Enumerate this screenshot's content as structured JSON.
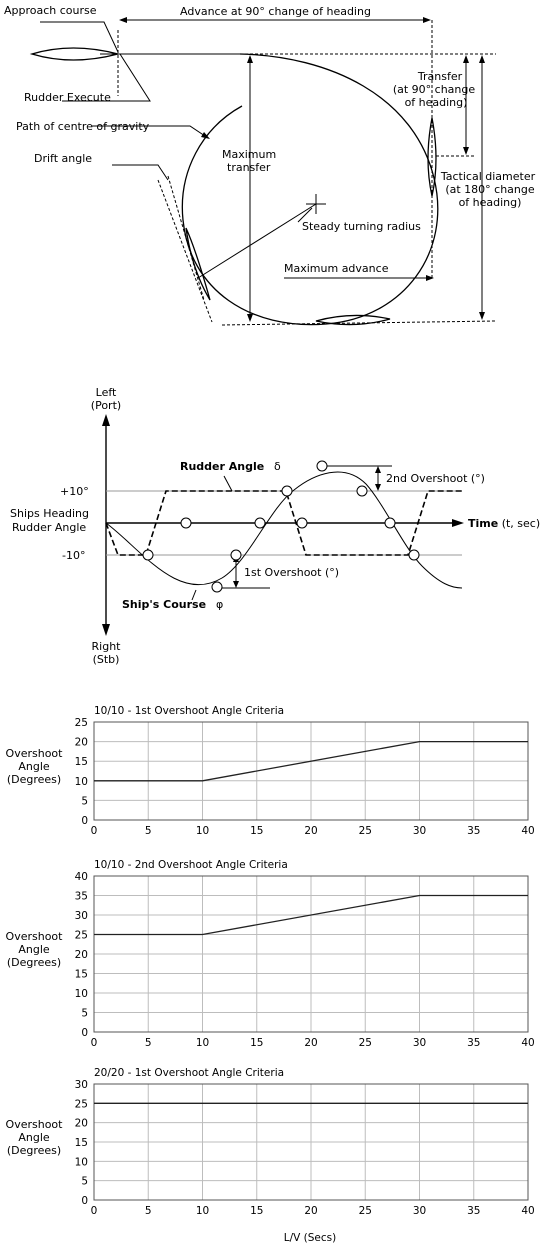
{
  "turning_circle": {
    "approach_course": "Approach course",
    "advance_90": "Advance at 90° change of heading",
    "rudder_execute": "Rudder Execute",
    "path_cog": "Path of centre of gravity",
    "drift_angle": "Drift angle",
    "max_transfer": [
      "Maximum",
      "transfer"
    ],
    "transfer": [
      "Transfer",
      "(at 90° change",
      "of heading)"
    ],
    "tactical_diameter": [
      "Tactical diameter",
      "(at 180° change",
      "of heading)"
    ],
    "steady_radius": "Steady turning radius",
    "max_advance": "Maximum advance"
  },
  "zigzag": {
    "left": [
      "Left",
      "(Port)"
    ],
    "right": [
      "Right",
      "(Stb)"
    ],
    "rudder_angle": "Rudder Angle",
    "rudder_symbol": "δ",
    "ships_course": "Ship's Course",
    "course_symbol": "φ",
    "heading_label": [
      "Ships Heading",
      "Rudder Angle"
    ],
    "plus10": "+10°",
    "minus10": "-10°",
    "time_bold": "Time",
    "time_rest": " (t, sec)",
    "overshoot1": "1st Overshoot (°)",
    "overshoot2": "2nd Overshoot (°)"
  },
  "ylabel": [
    "Overshoot",
    "Angle",
    "(Degrees)"
  ],
  "xlabel": "L/V (Secs)",
  "chart_data": [
    {
      "type": "line",
      "title": "10/10 - 1st Overshoot Angle Criteria",
      "x": [
        0,
        10,
        30,
        40
      ],
      "series": [
        {
          "values": [
            10,
            10,
            20,
            20
          ]
        }
      ],
      "xlim": [
        0,
        40
      ],
      "ylim": [
        0,
        25
      ],
      "xticks": [
        0,
        5,
        10,
        15,
        20,
        25,
        30,
        35,
        40
      ],
      "yticks": [
        0,
        5,
        10,
        15,
        20,
        25
      ],
      "ylabel": "Overshoot Angle (Degrees)",
      "grid": true
    },
    {
      "type": "line",
      "title": "10/10 - 2nd Overshoot Angle Criteria",
      "x": [
        0,
        10,
        30,
        40
      ],
      "series": [
        {
          "values": [
            25,
            25,
            35,
            35
          ]
        }
      ],
      "xlim": [
        0,
        40
      ],
      "ylim": [
        0,
        40
      ],
      "xticks": [
        0,
        5,
        10,
        15,
        20,
        25,
        30,
        35,
        40
      ],
      "yticks": [
        0,
        5,
        10,
        15,
        20,
        25,
        30,
        35,
        40
      ],
      "ylabel": "Overshoot Angle (Degrees)",
      "grid": true
    },
    {
      "type": "line",
      "title": "20/20 - 1st Overshoot Angle Criteria",
      "x": [
        0,
        40
      ],
      "series": [
        {
          "values": [
            25,
            25
          ]
        }
      ],
      "xlim": [
        0,
        40
      ],
      "ylim": [
        0,
        30
      ],
      "xticks": [
        0,
        5,
        10,
        15,
        20,
        25,
        30,
        35,
        40
      ],
      "yticks": [
        0,
        5,
        10,
        15,
        20,
        25,
        30
      ],
      "xlabel": "L/V (Secs)",
      "ylabel": "Overshoot Angle (Degrees)",
      "grid": true
    }
  ]
}
